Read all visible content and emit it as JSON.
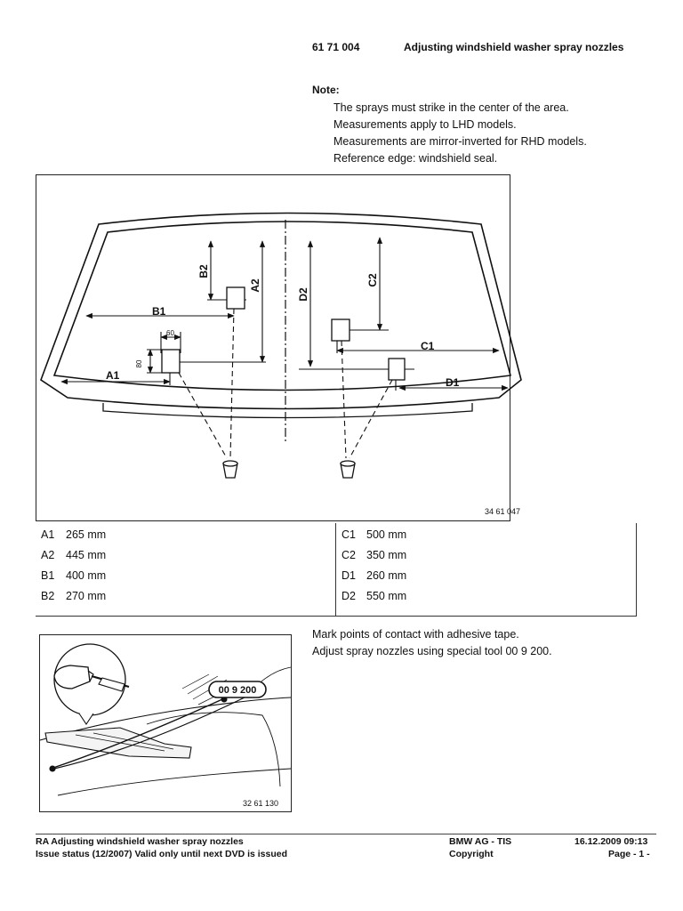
{
  "header": {
    "doc_number": "61 71 004",
    "title": "Adjusting windshield washer spray nozzles"
  },
  "note": {
    "label": "Note:",
    "lines": [
      "The sprays must strike in the center of the area.",
      "Measurements apply to LHD models.",
      "Measurements are mirror-inverted for RHD models.",
      "Reference edge: windshield seal."
    ]
  },
  "figure1": {
    "labels": {
      "A1": "A1",
      "A2": "A2",
      "B1": "B1",
      "B2": "B2",
      "C1": "C1",
      "C2": "C2",
      "D1": "D1",
      "D2": "D2",
      "dim60": "60",
      "dim80": "80"
    },
    "ref_number": "34 61 047"
  },
  "measurements": {
    "left": [
      {
        "label": "A1",
        "value": "265 mm"
      },
      {
        "label": "A2",
        "value": "445 mm"
      },
      {
        "label": "B1",
        "value": "400 mm"
      },
      {
        "label": "B2",
        "value": "270 mm"
      }
    ],
    "right": [
      {
        "label": "C1",
        "value": "500 mm"
      },
      {
        "label": "C2",
        "value": "350 mm"
      },
      {
        "label": "D1",
        "value": "260 mm"
      },
      {
        "label": "D2",
        "value": "550 mm"
      }
    ]
  },
  "figure2": {
    "tool_label": "00 9 200",
    "ref_number": "32 61 130"
  },
  "instructions": [
    "Mark points of contact with adhesive tape.",
    "Adjust spray nozzles using special tool 00 9 200."
  ],
  "footer": {
    "left_line1": "RA  Adjusting windshield washer spray nozzles",
    "left_line2": "Issue status (12/2007) Valid only until next DVD is issued",
    "center_line1": "BMW AG - TIS",
    "center_line2": "Copyright",
    "right_line1": "16.12.2009  09:13",
    "right_line2": "Page  - 1 -"
  }
}
